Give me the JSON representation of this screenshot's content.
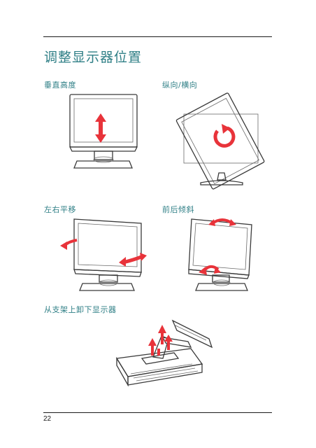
{
  "page": {
    "title": "调整显示器位置",
    "page_number": "22"
  },
  "sections": {
    "vertical": {
      "label": "垂直高度"
    },
    "rotate": {
      "label": "纵向/横向"
    },
    "swivel": {
      "label": "左右平移"
    },
    "tilt": {
      "label": "前后倾斜"
    },
    "remove_stand": {
      "label": "从支架上卸下显示器"
    }
  },
  "colors": {
    "heading": "#2f7f86",
    "arrow": "#e8333a",
    "line": "#3a3a3a"
  },
  "icons": {
    "vertical": "vertical-height-arrow-icon",
    "rotate": "rotate-arrow-icon",
    "swivel": "swivel-arrows-icon",
    "tilt": "tilt-arrows-icon",
    "remove": "release-arrows-icon"
  }
}
